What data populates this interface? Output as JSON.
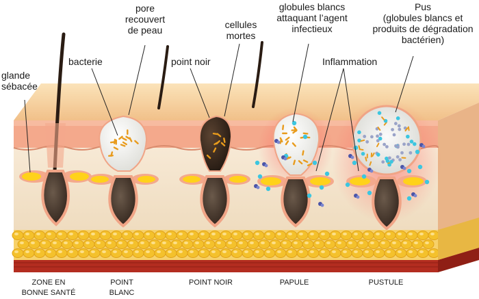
{
  "labels": {
    "sebaceous_gland": [
      "glande",
      "sébacée"
    ],
    "bacteria": "bacterie",
    "pore_covered": [
      "pore",
      "recouvert",
      "de peau"
    ],
    "blackhead": "point noir",
    "dead_cells": [
      "cellules",
      "mortes"
    ],
    "white_blood_cells": [
      "globules blancs",
      "attaquant l’agent",
      "infectieux"
    ],
    "inflammation": "Inflammation",
    "pus": [
      "Pus",
      "(globules blancs et",
      "produits de dégradation",
      "bactérien)"
    ]
  },
  "stages": [
    [
      "ZONE EN",
      "BONNE SANTÉ"
    ],
    [
      "POINT",
      "BLANC"
    ],
    [
      "POINT NOIR"
    ],
    [
      "PAPULE"
    ],
    [
      "PUSTULE"
    ]
  ],
  "colors": {
    "epidermis": "#f4a98c",
    "skin_top": "#f6d3a4",
    "dermis": "#f6e6cf",
    "fat": "#f4c12c",
    "muscle": "#b32d20",
    "follicle": "#3a2a1f",
    "sebum": "#ffd21a",
    "inflammation": "#ff5a5a"
  }
}
